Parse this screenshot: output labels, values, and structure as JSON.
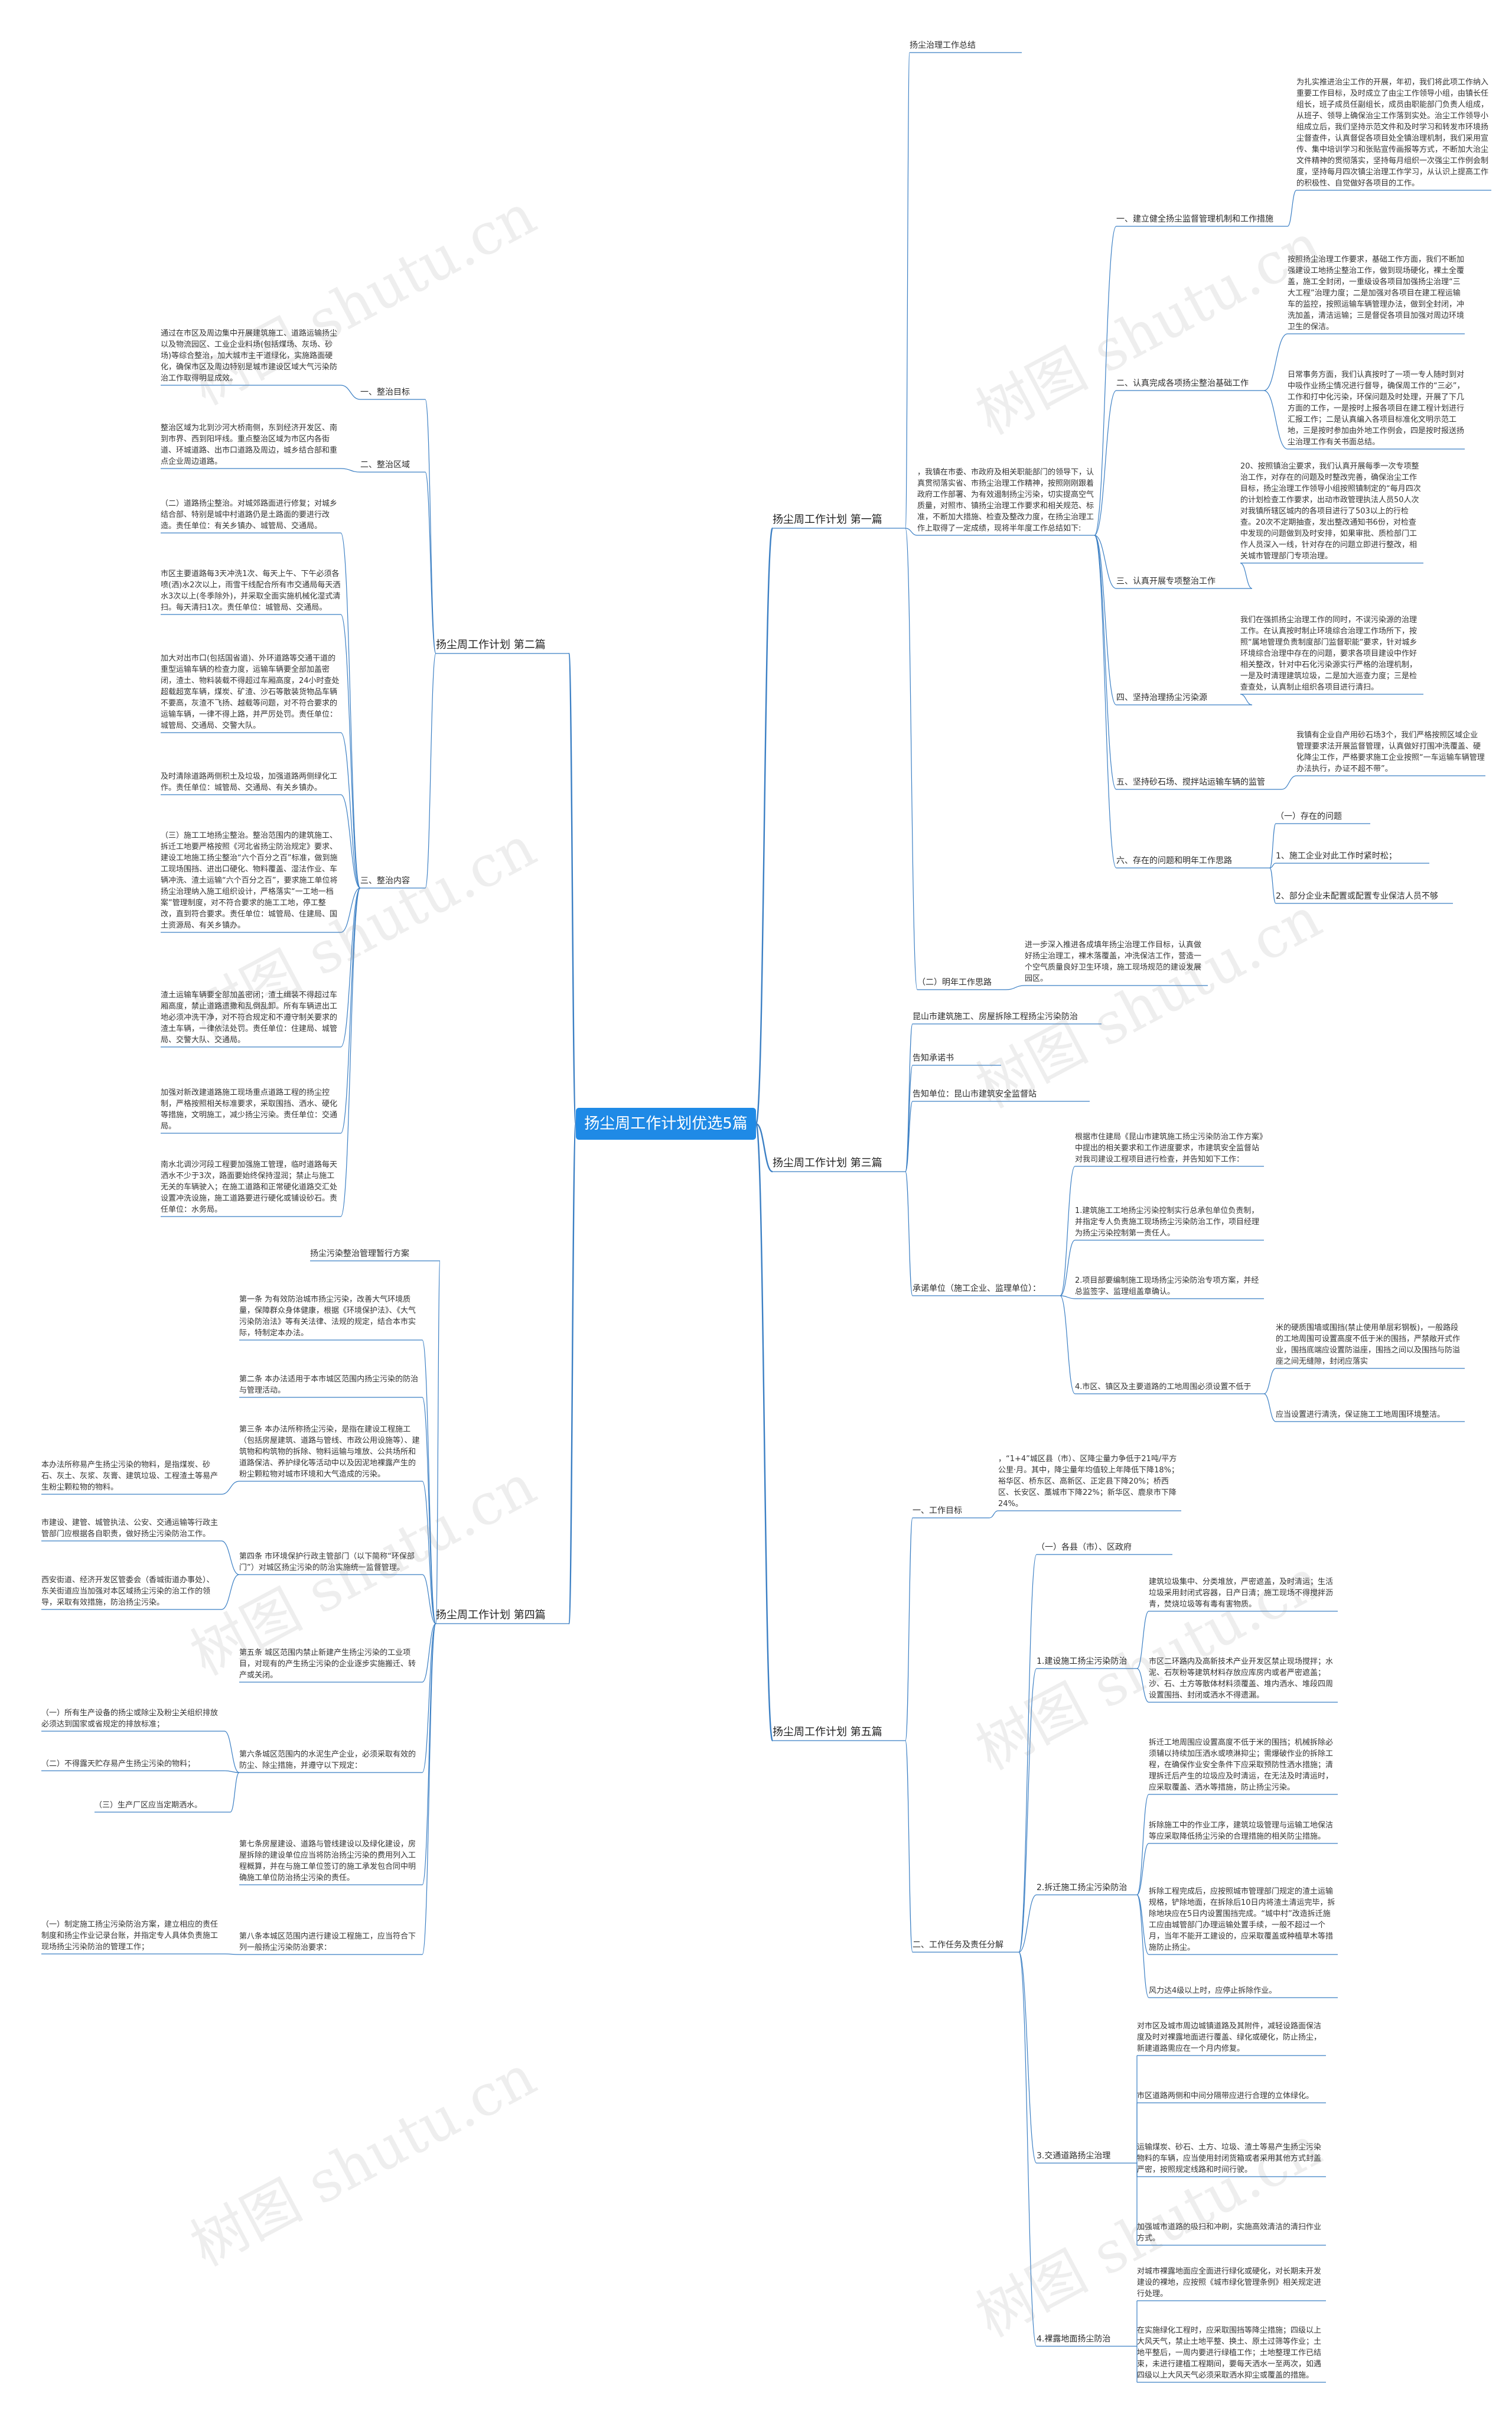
{
  "root": "扬尘周工作计划优选5篇",
  "watermark": "树图 shutu.cn",
  "colors": {
    "root_bg": "#1f8ae6",
    "link": "#3b7fc4",
    "text": "#333333"
  },
  "b1": {
    "title": "扬尘周工作计划 第一篇",
    "head": "扬尘治理工作总结",
    "intro": "，我镇在市委、市政府及相关职能部门的领导下，认真贯彻落实省、市扬尘治理工作精神，按照刚刚跟着政府工作部署、为有效遏制扬尘污染，切实提高空气质量，对照市、镇扬尘治理工作要求和相关规范、标准，不断加大措施、检查及整改力度，在扬尘治理工作上取得了一定成绩，现将半年度工作总结如下:",
    "s1": {
      "title": "一、建立健全扬尘监督管理机制和工作措施",
      "text": "为扎实推进治尘工作的开展，年初，我们将此项工作纳入重要工作目标，及时成立了由尘工作领导小组，由镇长任组长，班子成员任副组长，成员由职能部门负责人组成，从班子、领导上确保治尘工作落到实处。治尘工作领导小组成立后，我们坚持示范文件和及时学习和转发市环境扬尘督查件，认真督促各项目处全镇治理机制，我们采用宣传、集中培训学习和张贴宣传画报等方式，不断加大治尘文件精神的贯彻落实，坚持每月组织一次强尘工作例会制度，坚持每月四次镇尘治理工作学习，从认识上提高工作的积极性、自觉做好各项目的工作。"
    },
    "s2": {
      "title": "二、认真完成各项扬尘整治基础工作",
      "text1": "按照扬尘治理工作要求，基础工作方面，我们不断加强建设工地扬尘整治工作，做到现场硬化，裸土全覆盖，施工全封闭，一重级设各项目加强扬尘治理“三大工程”治理力度；二是加强对各项目在建工程运输车的监控，按照运输车辆管理办法，做到全封闭，冲洗加盖，清洁运输；三是督促各项目加强对周边环境卫生的保洁。",
      "text2": "日常事务方面，我们认真按时了一项一专人随时到对中吸作业扬尘情况进行督导，确保周工作的“三必”，工作和打中化污染，环保问题及时处理，开展了下几方面的工作，一是按时上报各项目在建工程计划进行汇报工作；二是认真编入各项目标准化文明示范工地，三是按时参加由外地工作例会，四是按时报送扬尘治理工作有关书面总结。"
    },
    "s3": {
      "title": "三、认真开展专项整治工作",
      "text": "20、按照镇治尘要求，我们认真开展每季一次专项整治工作，对存在的问题及时整改完善，确保治尘工作目标，扬尘治理工作领导小组按照镇制定的“每月四次的计划检查工作要求，出动市政管理执法人员50人次对我镇所辖区城内的各项目进行了503以上的行检查。20次不定期抽查，发出整改通知书6份，对检查中发现的问题做到及时安排，如果审批、质检部门工作人员深入一线，针对存在的问题立即进行整改，相关城市管理部门专项治理。"
    },
    "s4": {
      "title": "四、坚持治理扬尘污染源",
      "text": "我们在强抓扬尘治理工作的同时，不误污染源的治理工作。在认真按时制止环境综合治理工作场所下，按照“属地管理负责制度部门监督职能“要求，针对城乡环境综合治理中存在的问题，要求各项目建设中作好相关整改，针对中石化污染源实行严格的治理机制，一是及时清理建筑垃圾，二是加大巡查力度；三是检查查处，认真制止组织各项目进行清扫。"
    },
    "s5": {
      "title": "五、坚持砂石场、搅拌站运输车辆的监管",
      "text": "我镇有企业自产用砂石场3个，我们严格按照区域企业管理要求法开展监督管理，认真做好打围冲洗覆盖、硬化降尘工作，严格要求施工企业按照“一车运输车辆管理办法执行，办证不超不带”。"
    },
    "s6": {
      "title": "六、存在的问题和明年工作思路",
      "sub1": "（一）存在的问题",
      "items": [
        "1、施工企业对此工作时紧时松；",
        "2、部分企业未配置或配置专业保洁人员不够"
      ]
    },
    "s7": {
      "title": "（二）明年工作思路",
      "text": "进一步深入推进各成填年扬尘治理工作目标，认真做好扬尘治理工，裸木落覆盖，冲洗保洁工作，营造一个空气质量良好卫生环境，施工现场规范的建设发展园区。"
    }
  },
  "b2": {
    "title": "扬尘周工作计划 第二篇",
    "s1": {
      "title": "一、整治目标",
      "text": "通过在市区及周边集中开展建筑施工、道路运输扬尘以及物流园区、工业企业料场(包括煤场、灰场、砂场)等综合整治，加大城市主干道绿化，实施路面硬化，确保市区及周边特别是城市建设区域大气污染防治工作取得明显成效。"
    },
    "s2": {
      "title": "二、整治区域",
      "text": "整治区域为北到沙河大桥南侧，东到经济开发区、南到市界、西到阳坪线。重点整治区域为市区内各街道、环城道路、出市口道路及周边，城乡结合部和重点企业周边道路。"
    },
    "s3": {
      "title": "三、整治内容",
      "texts": [
        "（二）道路扬尘整治。对城郊路面进行修复；对城乡结合部、特别是城中村道路仍是土路面的要进行改造。责任单位：有关乡镇办、城管局、交通局。",
        "市区主要道路每3天冲洗1次、每天上午、下午必须各喷(洒)水2次以上，雨雪干线配合所有市交通局每天洒水3次以上(冬季除外)，并采取全面实施机械化湿式清扫。每天清扫1次。责任单位：城管局、交通局。",
        "加大对出市口(包括国省道)、外环道路等交通干道的重型运输车辆的检查力度，运输车辆要全部加盖密闭，渣土、物料装载不得超过车厢高度，24小时查处超载超宽车辆，煤炭、矿渣、沙石等散装货物品车辆不要高，灰渣不飞扬、越载等问题，对不符合要求的运输车辆，一律不得上路，并严厉处罚。责任单位：城管局、交通局、交警大队。",
        "及时清除道路两侧积土及垃圾，加强道路两侧绿化工作。责任单位：城管局、交通局、有关乡镇办。",
        "（三）施工工地扬尘整治。整治范围内的建筑施工、拆迁工地要严格按照《河北省扬尘防治规定》要求、建设工地施工扬尘整治“六个百分之百”标准，做到施工现场围挡、进出口硬化、物料覆盖、湿法作业、车辆冲洗、渣土运输“六个百分之百”，要求施工单位将扬尘治理纳入施工组织设计，严格落实“一工地一档案”管理制度，对不符合要求的施工工地，停工整改，直到符合要求。责任单位：城管局、住建局、国土资源局、有关乡镇办。",
        "渣土运输车辆要全部加盖密闭；渣土缉装不得超过车厢高度，禁止道路遗撒和乱倒乱卸。所有车辆进出工地必须冲洗干净，对不符合规定和不遵守制关要求的渣土车辆，一律依法处罚。责任单位：住建局、城管局、交警大队、交通局。",
        "加强对新改建道路施工现场重点道路工程的扬尘控制，严格按照相关标准要求，采取围挡、洒水、硬化等措施，文明施工，减少扬尘污染。责任单位：交通局。",
        "南水北调沙河段工程要加强施工管理，临时道路每天洒水不少于3次，路面要始终保持湿润；禁止与施工无关的车辆驶入；在施工道路和正常硬化道路交汇处设置冲洗设施，施工道路要进行硬化或铺设砂石。责任单位：水务局。"
      ]
    }
  },
  "b3": {
    "title": "扬尘周工作计划 第三篇",
    "head": "昆山市建筑施工、房屋拆除工程扬尘污染防治",
    "item1": "告知承诺书",
    "item2": "告知单位：昆山市建筑安全监督站",
    "item3": "承诺单位（施工企业、监理单位）：",
    "intro": "根据市住建局《昆山市建筑施工扬尘污染防治工作方案》中提出的相关要求和工作进度要求，市建筑安全监督站对我司建设工程项目进行检查，并告知如下工作：",
    "p1": "1.建筑施工工地扬尘污染控制实行总承包单位负责制，并指定专人负责施工现场扬尘污染防治工作，项目经理为扬尘污染控制第一责任人。",
    "p2": "2.项目部要编制施工现场扬尘污染防治专项方案，并经总监签字、监理组盖章确认。",
    "p3": "4.市区、镇区及主要道路的工地周围必须设置不低于",
    "p3a": "米的硬质围墙或围挡(禁止使用单层彩钢板)，一般路段的工地周围可设置高度不低于米的围挡，严禁敞开式作业，围挡底端应设置防溢座，围挡之间以及围挡与防溢座之间无缝隙，封闭应落实",
    "p3b": "应当设置进行清洗，保证施工工地周围环境整洁。"
  },
  "b4": {
    "title": "扬尘周工作计划 第四篇",
    "head": "扬尘污染整治管理暂行方案",
    "art1": "第一条 为有效防治城市扬尘污染，改善大气环境质量，保障群众身体健康，根据《环境保护法》、《大气污染防治法》等有关法律、法规的规定，结合本市实际，特制定本办法。",
    "art2": "第二条 本办法适用于本市城区范围内扬尘污染的防治与管理活动。",
    "art3": "第三条 本办法所称扬尘污染，是指在建设工程施工（包括房屋建筑、道路与管线、市政公用设施等）、建筑物和构筑物的拆除、物料运输与堆放、公共场所和道路保洁、养护绿化等活动中以及因泥地裸露产生的粉尘颗粒物对城市环境和大气造成的污染。",
    "art3_left": "本办法所称易产生扬尘污染的物料，是指煤炭、砂石、灰土、灰浆、灰膏、建筑垃圾、工程渣土等易产生粉尘颗粒物的物料。",
    "art4": "第四条 市环境保护行政主管部门（以下简称“环保部门”）对城区扬尘污染的防治实施统一监督管理。",
    "art4_left1": "市建设、建管、城管执法、公安、交通运输等行政主管部门应根据各自职责，做好扬尘污染防治工作。",
    "art4_left2": "西安街道、经济开发区管委会（香城街道办事处）、东关街道应当加强对本区域扬尘污染的治工作的领导，采取有效措施，防治扬尘污染。",
    "art5": "第五条 城区范围内禁止新建产生扬尘污染的工业项目，对现有的产生扬尘污染的企业逐步实施搬迁、转产或关闭。",
    "art6": "第六条城区范围内的水泥生产企业，必须采取有效的防尘、除尘措施，并遵守以下规定：",
    "art6_list": [
      "（一）所有生产设备的扬尘或除尘及粉尘关组织排放必须达到国家或省规定的排放标准；",
      "（二）不得露天贮存易产生扬尘污染的物料；",
      "（三）生产厂区应当定期洒水。"
    ],
    "art7": "第七条房屋建设、道路与管线建设以及绿化建设，房屋拆除的建设单位应当将防治扬尘污染的费用列入工程概算，并在与施工单位签订的施工承发包合同中明确施工单位防治扬尘污染的责任。",
    "art8": "第八条本城区范围内进行建设工程施工，应当符合下列一般扬尘污染防治要求：",
    "art8_left": "（一）制定施工扬尘污染防治方案，建立相应的责任制度和扬尘作业记录台账，并指定专人具体负责施工现场扬尘污染防治的管理工作；"
  },
  "b5": {
    "title": "扬尘周工作计划 第五篇",
    "s1": {
      "title": "一、工作目标",
      "text": "，“1+4”城区县（市）、区降尘量力争低于21吨/平方公里·月。其中，降尘量年均值较上年降低下降18%；裕华区、桥东区、高新区、正定县下降20%；桥西区、长安区、藁城市下降22%；新华区、鹿泉市下降24%。"
    },
    "s2": {
      "title": "二、工作任务及责任分解",
      "sub1": "（一）各县（市）、区政府",
      "g1": {
        "title": "1.建设施工扬尘污染防治",
        "texts": [
          "建筑垃圾集中、分类堆放，严密遮盖，及时清运；生活垃圾采用封闭式容器，日产日清；施工现场不得搅拌沥青，焚烧垃圾等有毒有害物质。",
          "市区二环路内及高新技术产业开发区禁止现场搅拌；水泥、石灰粉等建筑材料存放应库房内或者严密遮盖；沙、石、土方等散体材料须覆盖、堆内洒水、堆段四周设置围挡、封闭或洒水不得遗漏。"
        ]
      },
      "g2": {
        "title": "2.拆迁施工扬尘污染防治",
        "texts": [
          "拆迁工地周围应设置高度不低于米的围挡；机械拆除必须辅以持续加压洒水或喷淋抑尘；需爆破作业的拆除工程，在确保作业安全条件下应采取预防性洒水措施；清理拆迁后产生的垃圾应及时清运，在无法及时清运时，应采取覆盖、洒水等措施，防止扬尘污染。",
          "拆除施工中的作业工序，建筑垃圾管理与运输工地保洁等应采取降低扬尘污染的合理措施的相关防尘措施。",
          "拆除工程完成后，应按照城市管理部门规定的渣土运输规格，铲除地面，在拆除后10日内将渣土清运完毕，拆除地块应在5日内设置围挡完成。“城中村”改造拆迁施工应由城管部门办理运输处置手续，一般不超过一个月，当年不能开工建设的，应采取覆盖或种植草木等措施防止扬尘。",
          "风力达4级以上时，应停止拆除作业。"
        ]
      },
      "g3": {
        "title": "3.交通道路扬尘治理",
        "texts": [
          "对市区及城市周边城镇道路及其附件，减轻设路面保洁度及时对裸露地面进行覆盖、绿化或硬化，防止扬尘，新建道路需应在一个月内修复。",
          "市区道路两侧和中间分隔带应进行合理的立体绿化。",
          "运输煤炭、砂石、土方、垃圾、渣土等易产生扬尘污染物料的车辆，应当使用封闭货箱或者采用其他方式封盖严密，按照规定线路和时间行驶。",
          "加强城市道路的吸扫和冲刷，实施高效清洁的清扫作业方式。"
        ]
      },
      "g4": {
        "title": "4.裸露地面扬尘防治",
        "texts": [
          "对城市裸露地面应全面进行绿化或硬化，对长期未开发建设的裸地，应按照《城市绿化管理条例》相关规定进行处理。",
          "在实施绿化工程时，应采取围挡等降尘措施；四级以上大风天气，禁止土地平整、换土、原土过筛等作业；土地平整后，一周内要进行绿植工作；土地整理工作已结束，未进行建植工程期间，要每天洒水一至两次，如遇四级以上大风天气必须采取洒水抑尘或覆盖的措施。"
        ]
      }
    }
  }
}
